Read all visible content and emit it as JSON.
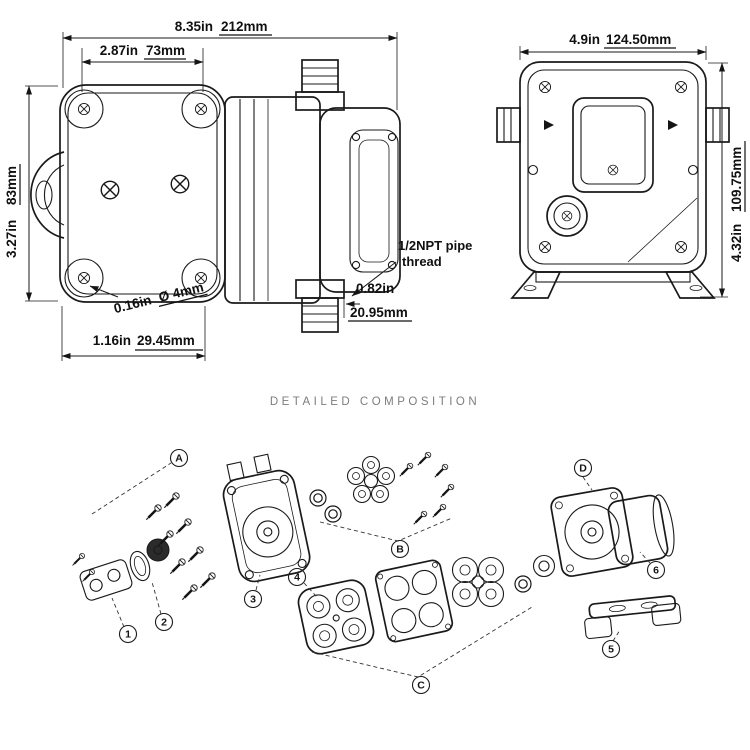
{
  "side_view": {
    "overall_width": {
      "inch": "8.35in",
      "mm": "212mm"
    },
    "mount_width": {
      "inch": "2.87in",
      "mm": "73mm"
    },
    "height": {
      "inch": "3.27in",
      "mm": "83mm"
    },
    "hole": {
      "inch": "0.16in",
      "mm": "Ø 4mm"
    },
    "foot": {
      "inch": "1.16in",
      "mm": "29.45mm"
    },
    "thread_note_line1": "1/2NPT pipe",
    "thread_note_line2": "thread",
    "port": {
      "inch": "0.82in",
      "mm": "20.95mm"
    }
  },
  "front_view": {
    "width": {
      "inch": "4.9in",
      "mm": "124.50mm"
    },
    "height": {
      "inch": "4.32in",
      "mm": "109.75mm"
    }
  },
  "composition": {
    "heading": "DETAILED COMPOSITION",
    "group_labels": [
      "A",
      "B",
      "C",
      "D"
    ],
    "part_numbers": [
      "1",
      "2",
      "3",
      "4",
      "5",
      "6"
    ]
  },
  "colors": {
    "line": "#1a1a1a",
    "heading_text": "#7d7d7d",
    "background": "#ffffff"
  }
}
